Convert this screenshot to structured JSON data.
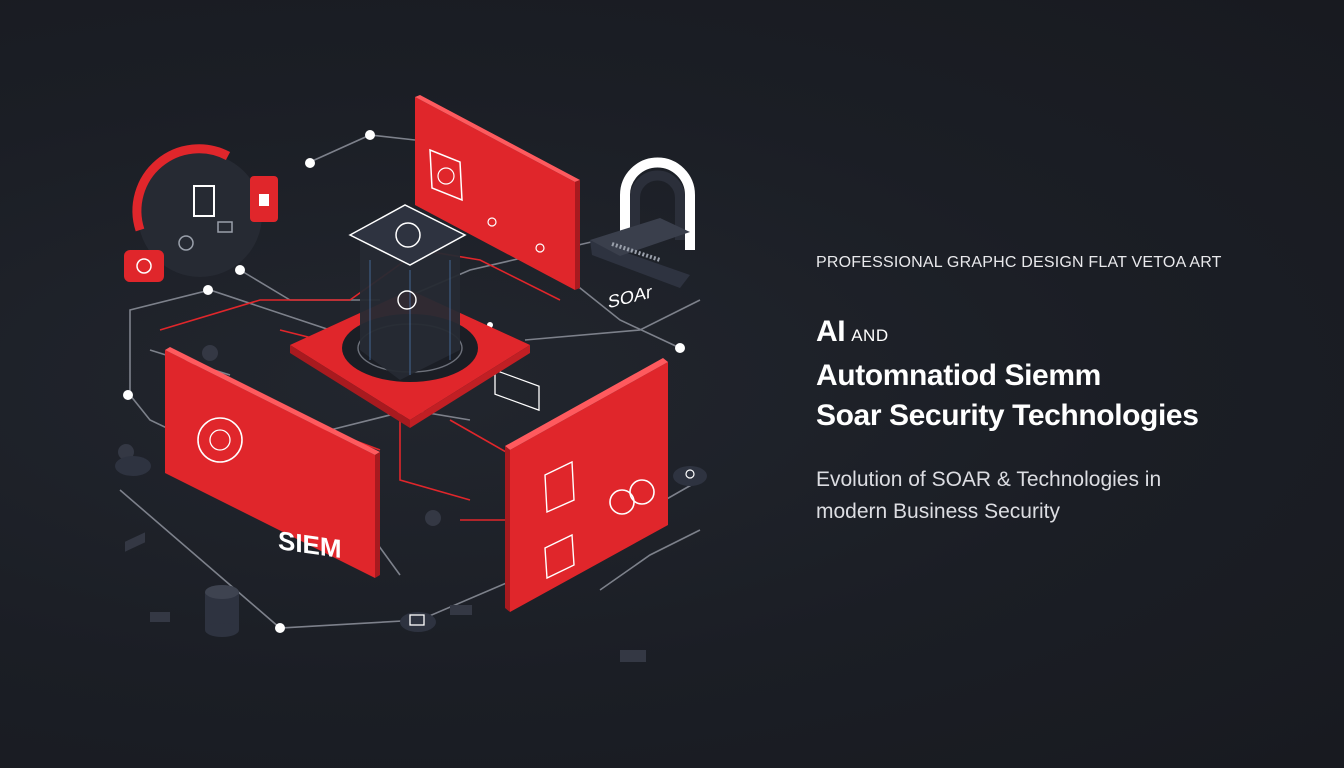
{
  "eyebrow": "PROFESSIONAL GRAPHC DESIGN FLAT VETOA ART",
  "headline": {
    "word_ai": "AI",
    "word_and": "AND",
    "line2": "Automnatiod Siemm",
    "line3": "Soar Security Technologies"
  },
  "subtitle": {
    "line1": "Evolution of SOAR & Technologies in",
    "line2": "modern Business Security"
  },
  "illustration": {
    "panel_left_label": "SIEM",
    "panel_right_label": "SOAr"
  },
  "colors": {
    "background": "#1b1e25",
    "accent_red": "#e0262b",
    "dark_block": "#2b2f3a",
    "line_gray": "#8b8f99",
    "white": "#ffffff"
  },
  "icons": [
    "document-icon",
    "lock-icon",
    "padlock-icon",
    "shield-icon",
    "network-nodes-icon",
    "server-cylinder-icon",
    "database-tile-icon"
  ]
}
